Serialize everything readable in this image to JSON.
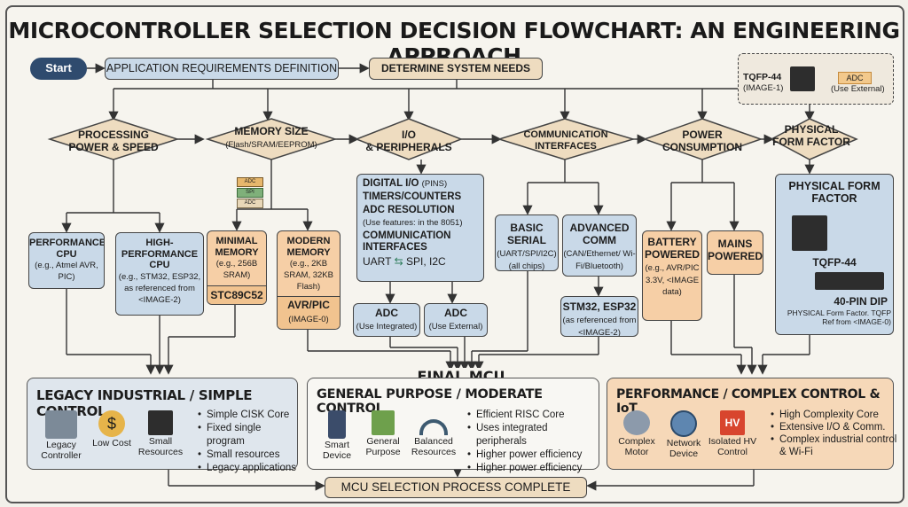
{
  "title": "MICROCONTROLLER SELECTION DECISION FLOWCHART: AN ENGINEERING APPROACH",
  "start": "Start",
  "app_req": "APPLICATION REQUIREMENTS DEFINITION",
  "determine": "DETERMINE SYSTEM NEEDS",
  "legend": {
    "tqfp": "TQFP-44",
    "tqfp_ref": "(IMAGE-1)",
    "adc": "ADC",
    "adc_sub": "(Use External)"
  },
  "decisions": [
    {
      "l1": "PROCESSING",
      "l2": "POWER & SPEED",
      "l3": ""
    },
    {
      "l1": "MEMORY SIZE",
      "l2": "",
      "l3": "(Flash/SRAM/EEPROM)"
    },
    {
      "l1": "I/O",
      "l2": "& PERIPHERALS",
      "l3": ""
    },
    {
      "l1": "COMMUNICATION",
      "l2": "INTERFACES",
      "l3": ""
    },
    {
      "l1": "POWER",
      "l2": "CONSUMPTION",
      "l3": ""
    },
    {
      "l1": "PHYSICAL",
      "l2": "FORM FACTOR",
      "l3": ""
    }
  ],
  "perf_cpu": {
    "title": "PERFORMANCE CPU",
    "sub": "(e.g., Atmel AVR, PIC)"
  },
  "high_perf": {
    "title": "HIGH-PERFORMANCE CPU",
    "sub": "(e.g., STM32, ESP32, as referenced from <IMAGE-2)"
  },
  "mem_stack": {
    "a": "ADC",
    "b": "SPI",
    "c": "ADC"
  },
  "minimal": {
    "title": "MINIMAL MEMORY",
    "sub": "(e.g., 256B SRAM)",
    "chip": "STC89C52"
  },
  "modern": {
    "title": "MODERN MEMORY",
    "sub": "(e.g., 2KB SRAM, 32KB Flash)",
    "chip": "AVR/PIC",
    "ref": "(IMAGE-0)"
  },
  "io": {
    "i1": "DIGITAL I/O",
    "i1s": "(PINS)",
    "i2": "TIMERS/COUNTERS",
    "i3": "ADC RESOLUTION",
    "i3s": "(Use features: in the 8051)",
    "i4": "COMMUNICATION INTERFACES",
    "uart": "UART",
    "spi": "SPI",
    "i2c": ", I2C"
  },
  "adc_int": {
    "title": "ADC",
    "sub": "(Use Integrated)"
  },
  "adc_ext": {
    "title": "ADC",
    "sub": "(Use External)"
  },
  "basic_serial": {
    "title": "BASIC SERIAL",
    "sub": "(UART/SPI/I2C) (all chips)"
  },
  "adv_comm": {
    "title": "ADVANCED COMM",
    "sub": "(CAN/Ethernet/ Wi-Fi/Bluetooth)"
  },
  "stm_esp": {
    "title": "STM32, ESP32",
    "sub": "(as referenced from <IMAGE-2)"
  },
  "battery": {
    "title": "BATTERY POWERED",
    "sub": "(e.g., AVR/PIC 3.3V, <IMAGE data)"
  },
  "mains": {
    "title": "MAINS POWERED"
  },
  "phys": {
    "title": "PHYSICAL FORM FACTOR",
    "tqfp": "TQFP-44",
    "dip": "40-PIN DIP",
    "note": "PHYSICAL Form Factor. TQFP Ref from <IMAGE-0)"
  },
  "final": "FINAL MCU CATEGORIES",
  "legacy": {
    "title": "LEGACY INDUSTRIAL / SIMPLE CONTROL",
    "icons": [
      "Legacy Controller",
      "Low Cost",
      "Small Resources"
    ],
    "bullets": [
      "Simple CISK Core",
      "Fixed single program",
      "Small resources",
      "Legacy applications"
    ]
  },
  "general": {
    "title": "GENERAL PURPOSE / MODERATE CONTROL",
    "icons": [
      "Smart Device",
      "General Purpose",
      "Balanced Resources"
    ],
    "bullets": [
      "Efficient RISC Core",
      "Uses integrated peripherals",
      "Higher power efficiency",
      "Higher power efficiency"
    ]
  },
  "performance": {
    "title": "PERFORMANCE / COMPLEX CONTROL & IoT",
    "icons": [
      "Complex Motor",
      "Network Device",
      "Isolated HV Control"
    ],
    "hv": "HV",
    "bullets": [
      "High Complexity Core",
      "Extensive I/O & Comm.",
      "Complex industrial control & Wi-Fi"
    ]
  },
  "complete": "MCU SELECTION PROCESS COMPLETE",
  "colors": {
    "blue": "#c9d9e8",
    "tan": "#eedcc0",
    "orange": "#f6cfa6",
    "navy": "#2f4b6e"
  }
}
